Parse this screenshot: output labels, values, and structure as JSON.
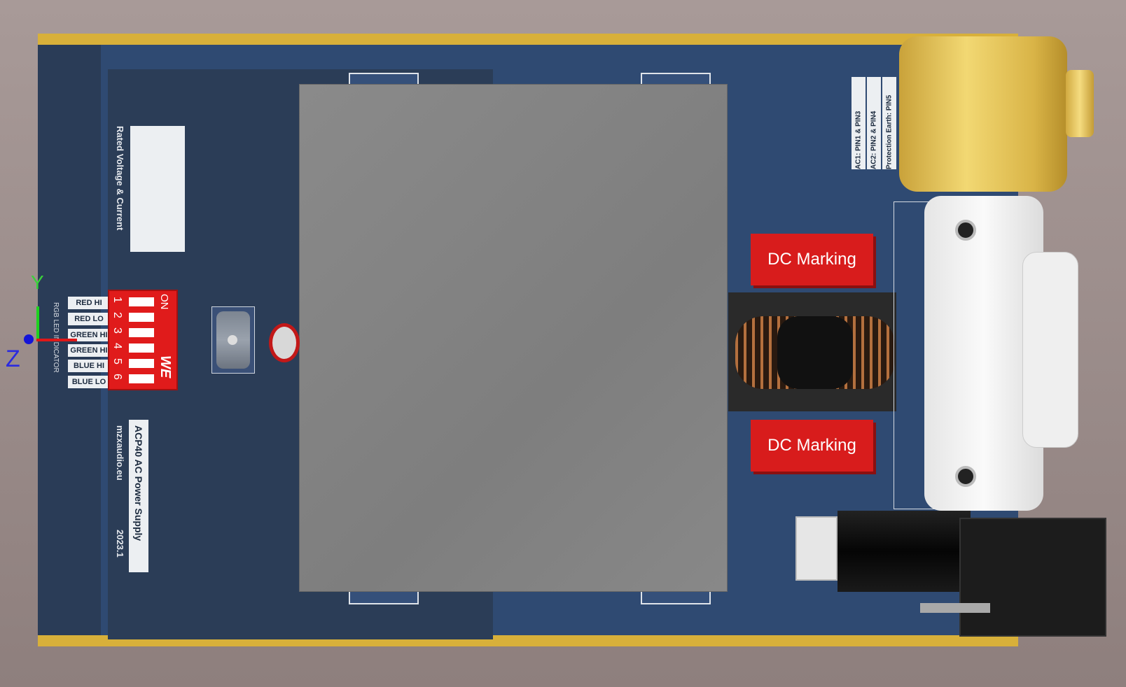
{
  "board": {
    "rated_label": "Rated Voltage & Current",
    "title": "ACP40 AC Power Supply",
    "website": "mzxaudio.eu",
    "version": "2023.1",
    "rgb_title": "RGB LED INDICATOR",
    "rgb_labels": [
      "RED HI",
      "RED LO",
      "GREEN HI",
      "GREEN HI",
      "BLUE HI",
      "BLUE LO"
    ],
    "dip": {
      "on_label": "ON",
      "numbers": [
        "1",
        "2",
        "3",
        "4",
        "5",
        "6"
      ],
      "brand": "WE"
    },
    "dc_marking_top": "DC Marking",
    "dc_marking_bottom": "DC Marking",
    "ac_labels": [
      "AC1: PIN1 & PIN3",
      "AC2: PIN2 & PIN4",
      "Protection Earth: PIN5"
    ]
  },
  "axes": {
    "y": "Y",
    "z": "Z"
  },
  "colors": {
    "pcb": "#2f4a72",
    "gold": "#d8b03a",
    "marking": "#d81c1c"
  }
}
